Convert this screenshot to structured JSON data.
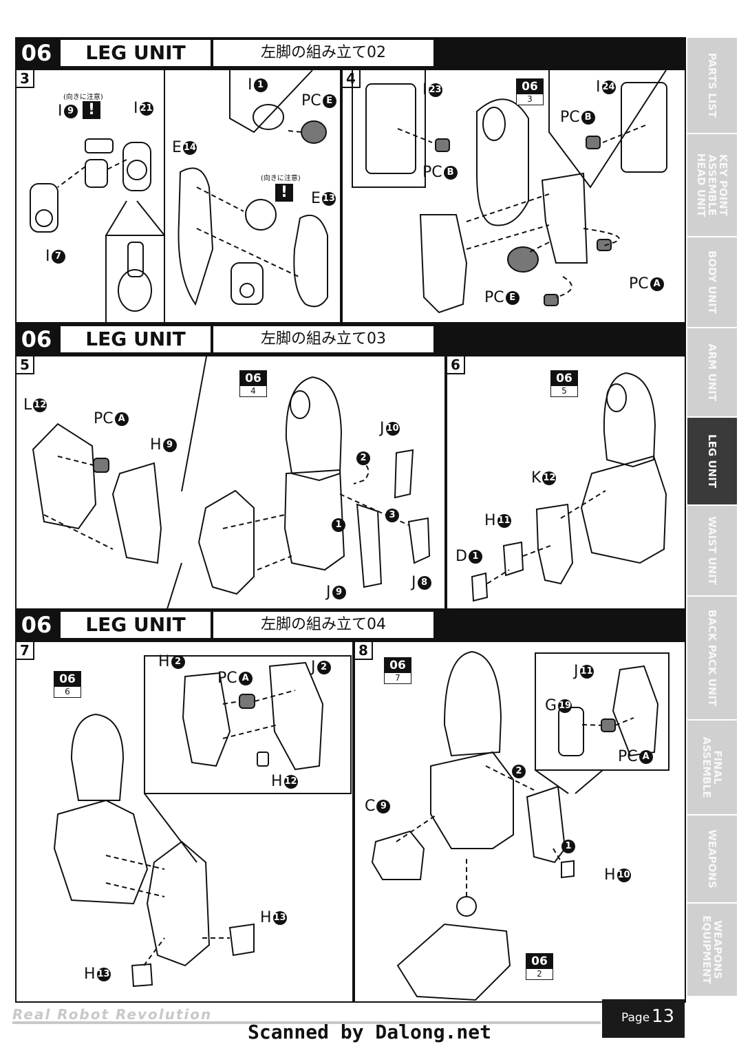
{
  "sections": [
    {
      "num": "06",
      "title": "LEG UNIT",
      "subtitle": "左脚の組み立て02"
    },
    {
      "num": "06",
      "title": "LEG UNIT",
      "subtitle": "左脚の組み立て03"
    },
    {
      "num": "06",
      "title": "LEG UNIT",
      "subtitle": "左脚の組み立て04"
    }
  ],
  "steps": [
    "3",
    "4",
    "5",
    "6",
    "7",
    "8"
  ],
  "notes": {
    "orientation": "(向きに注意)",
    "orientation2": "(向きに注意)",
    "exclaim": "!"
  },
  "labels": {
    "s3": [
      {
        "p": "I",
        "n": "9"
      },
      {
        "p": "I",
        "n": "21"
      },
      {
        "p": "I",
        "n": "7"
      },
      {
        "p": "E",
        "n": "14"
      },
      {
        "p": "I",
        "n": "1"
      },
      {
        "p": "PC",
        "n": "E"
      },
      {
        "p": "E",
        "n": "13"
      }
    ],
    "s4": [
      {
        "p": "I",
        "n": "23"
      },
      {
        "p": "PC",
        "n": "B"
      },
      {
        "p": "I",
        "n": "24"
      },
      {
        "p": "PC",
        "n": "B"
      },
      {
        "p": "PC",
        "n": "E"
      },
      {
        "p": "PC",
        "n": "A"
      }
    ],
    "s5": [
      {
        "p": "L",
        "n": "12"
      },
      {
        "p": "PC",
        "n": "A"
      },
      {
        "p": "H",
        "n": "9"
      },
      {
        "p": "J",
        "n": "10"
      },
      {
        "p": "J",
        "n": "9"
      },
      {
        "p": "J",
        "n": "8"
      }
    ],
    "s6": [
      {
        "p": "K",
        "n": "12"
      },
      {
        "p": "H",
        "n": "11"
      },
      {
        "p": "D",
        "n": "1"
      }
    ],
    "s7": [
      {
        "p": "H",
        "n": "2"
      },
      {
        "p": "PC",
        "n": "A"
      },
      {
        "p": "J",
        "n": "2"
      },
      {
        "p": "H",
        "n": "12"
      },
      {
        "p": "H",
        "n": "13"
      },
      {
        "p": "H",
        "n": "13"
      }
    ],
    "s8": [
      {
        "p": "J",
        "n": "11"
      },
      {
        "p": "G",
        "n": "19"
      },
      {
        "p": "PC",
        "n": "A"
      },
      {
        "p": "C",
        "n": "9"
      },
      {
        "p": "H",
        "n": "10"
      }
    ]
  },
  "order_marks": {
    "s5": [
      "2",
      "3",
      "1"
    ],
    "s8": [
      "2",
      "1"
    ]
  },
  "refs": [
    {
      "a": "06",
      "b": "3"
    },
    {
      "a": "06",
      "b": "4"
    },
    {
      "a": "06",
      "b": "5"
    },
    {
      "a": "06",
      "b": "6"
    },
    {
      "a": "06",
      "b": "7"
    },
    {
      "a": "06",
      "b": "2"
    }
  ],
  "tabs": [
    {
      "label": "PARTS LIST",
      "active": false
    },
    {
      "label": "KEY POINT\nASSEMBLE\nHEAD UNIT",
      "active": false
    },
    {
      "label": "BODY UNIT",
      "active": false
    },
    {
      "label": "ARM UNIT",
      "active": false
    },
    {
      "label": "LEG UNIT",
      "active": true
    },
    {
      "label": "WAIST UNIT",
      "active": false
    },
    {
      "label": "BACK PACK UNIT",
      "active": false
    },
    {
      "label": "FINAL\nASSEMBLE",
      "active": false
    },
    {
      "label": "WEAPONS",
      "active": false
    },
    {
      "label": "WEAPONS\nEQUIPMENT",
      "active": false
    }
  ],
  "footer": {
    "brand": "Real Robot Revolution",
    "page_label": "Page",
    "page_number": "13",
    "watermark": "Scanned by Dalong.net"
  }
}
